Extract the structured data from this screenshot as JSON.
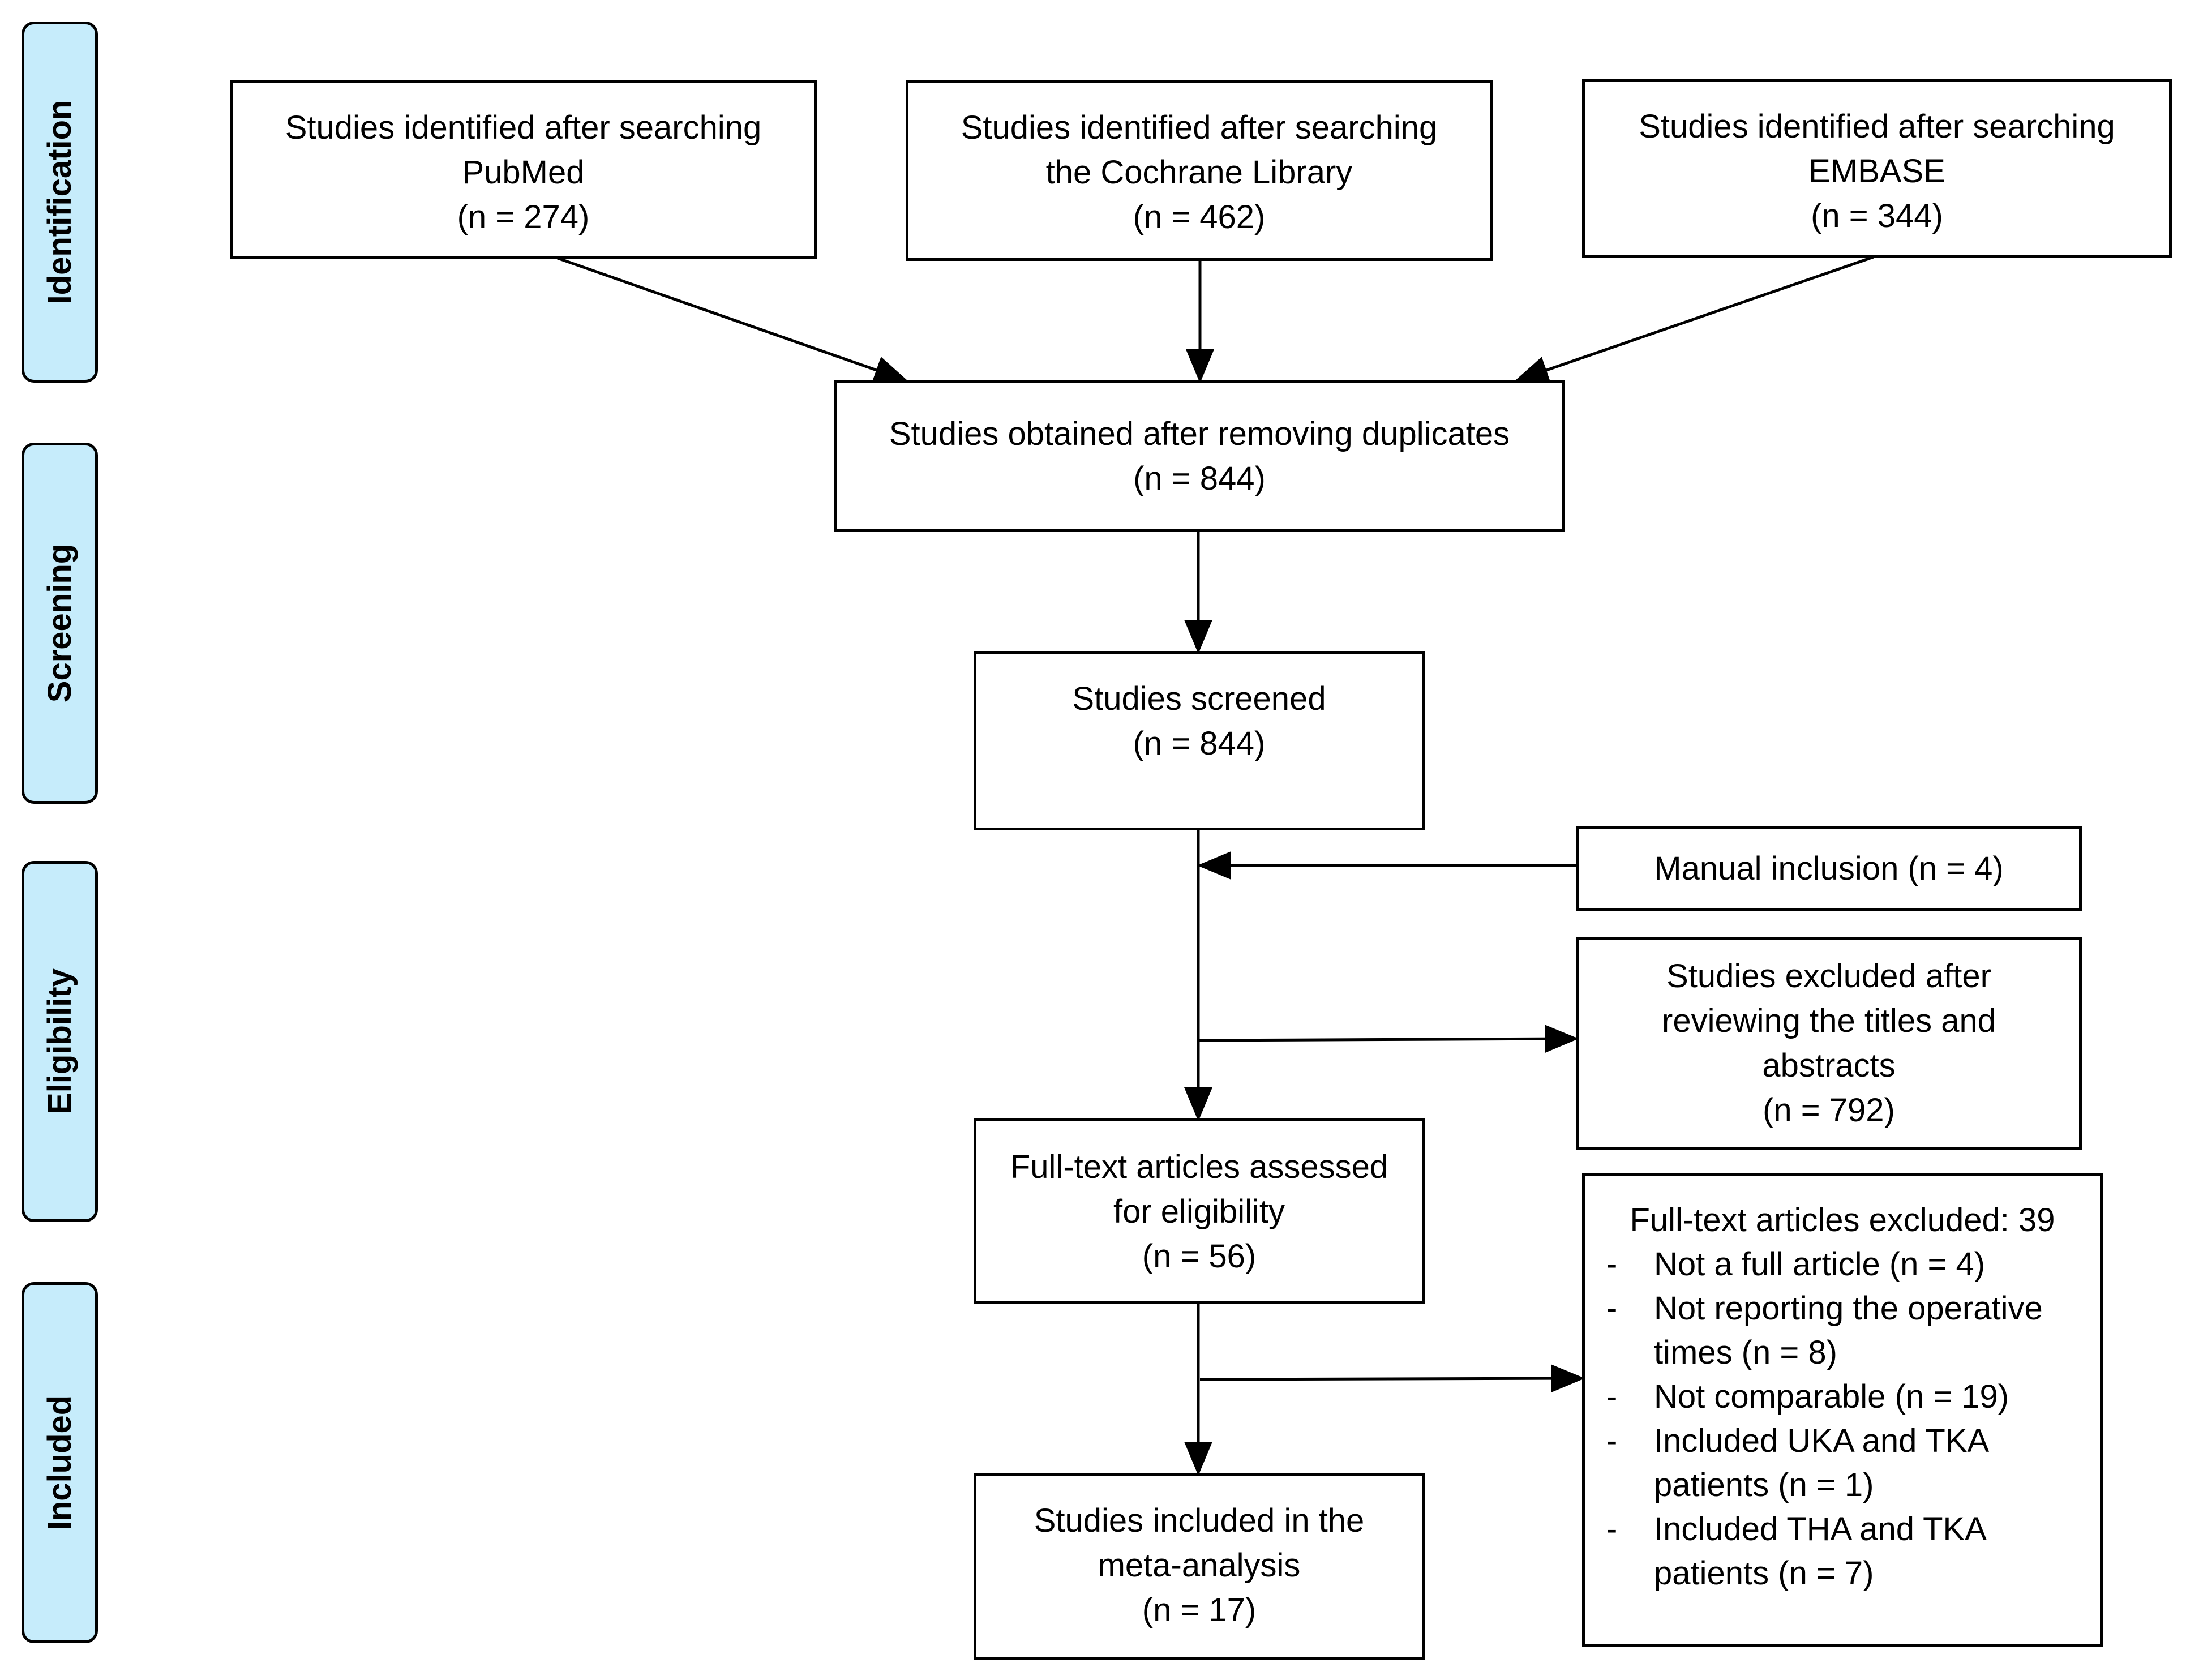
{
  "phases": {
    "identification": "Identification",
    "screening": "Screening",
    "eligibility": "Eligibility",
    "included": "Included"
  },
  "boxes": {
    "pubmed": [
      "Studies identified after searching",
      "PubMed",
      "(n = 274)"
    ],
    "cochrane": [
      "Studies identified after searching",
      "the Cochrane Library",
      "(n = 462)"
    ],
    "embase": [
      "Studies identified after searching",
      "EMBASE",
      "(n = 344)"
    ],
    "duplicates_removed": [
      "Studies obtained after removing duplicates",
      "(n = 844)"
    ],
    "screened": [
      "Studies screened",
      "(n = 844)"
    ],
    "manual_inclusion": [
      "Manual inclusion (n = 4)"
    ],
    "excluded_titles_abstracts": [
      "Studies excluded after",
      "reviewing the titles and",
      "abstracts",
      "(n = 792)"
    ],
    "full_text_assessed": [
      "Full-text articles assessed",
      "for eligibility",
      "(n = 56)"
    ],
    "included_meta": [
      "Studies included in the",
      "meta-analysis",
      "(n = 17)"
    ]
  },
  "full_text_excluded": {
    "title": "Full-text articles excluded: 39",
    "bullet": "-",
    "items": [
      "Not a full article (n = 4)",
      "Not reporting the operative times (n = 8)",
      "Not comparable (n = 19)",
      "Included UKA and TKA patients (n = 1)",
      "Included THA and TKA patients (n = 7)"
    ]
  },
  "colors": {
    "phase_fill": "#c6ecfb",
    "stroke": "#000000",
    "box_fill": "#ffffff"
  }
}
